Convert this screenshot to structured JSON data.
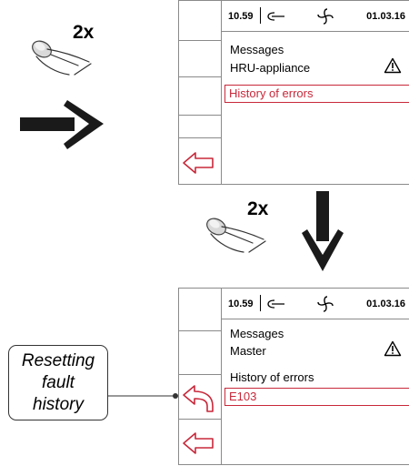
{
  "step1": {
    "press_count": "2x",
    "status": {
      "time": "10.59",
      "date": "01.03.16"
    },
    "title": "Messages",
    "subtitle": "HRU-appliance",
    "selected_item": "History of errors"
  },
  "step2": {
    "press_count": "2x"
  },
  "step3": {
    "status": {
      "time": "10.59",
      "date": "01.03.16"
    },
    "title": "Messages",
    "subtitle": "Master",
    "list_label": "History of errors",
    "selected_item": "E103"
  },
  "callout": {
    "lines": [
      "Resetting",
      "fault",
      "history"
    ]
  },
  "colors": {
    "accent": "#c8283a",
    "border": "#8a8a8a",
    "arrow": "#1a1a1a"
  },
  "icons": [
    "press-hand-icon",
    "arrow-right-icon",
    "arrow-down-icon",
    "connection-icon",
    "fan-icon",
    "warning-icon",
    "back-arrow-icon",
    "reset-arrow-icon"
  ]
}
